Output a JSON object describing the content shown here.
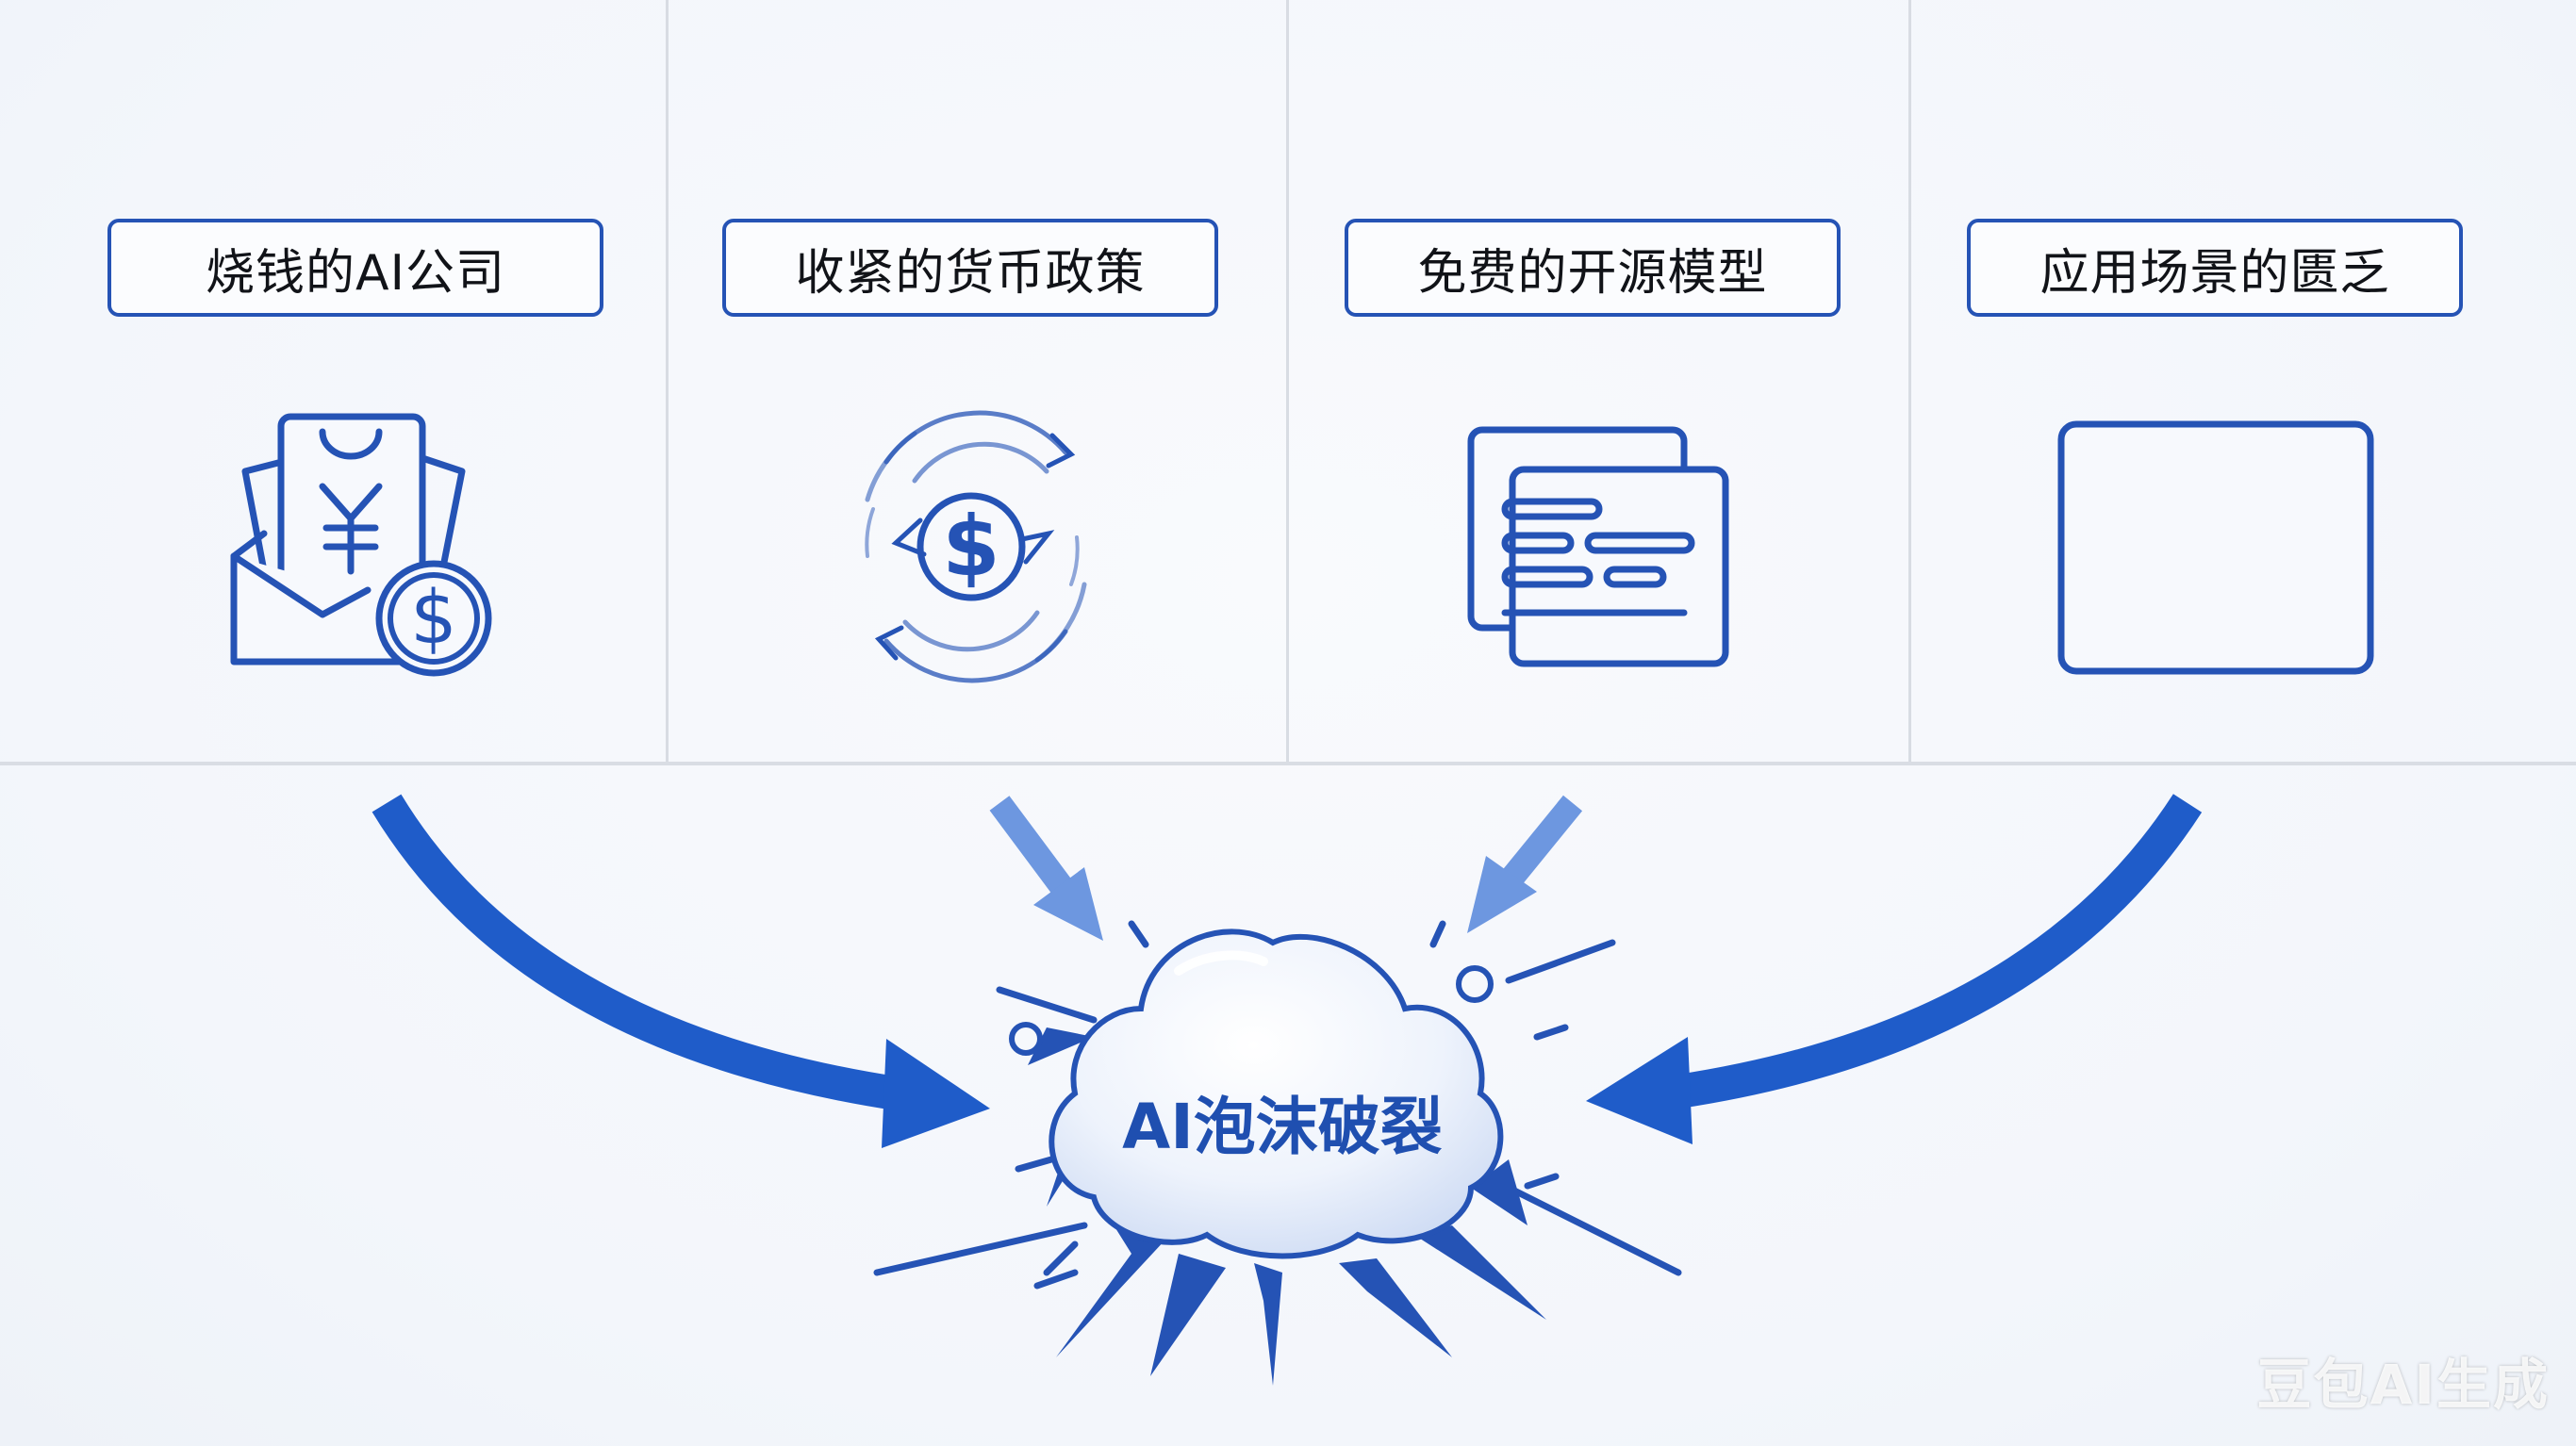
{
  "causes": [
    {
      "label": "烧钱的AI公司",
      "icon": "money-envelope-icon"
    },
    {
      "label": "收紧的货币政策",
      "icon": "currency-cycle-icon"
    },
    {
      "label": "免费的开源模型",
      "icon": "document-stack-icon"
    },
    {
      "label": "应用场景的匮乏",
      "icon": "empty-frame-icon"
    }
  ],
  "center": {
    "label": "AI泡沫破裂"
  },
  "watermark": "豆包AI生成",
  "colors": {
    "primary": "#2553b5",
    "arrow_dark": "#1f5cc9",
    "arrow_light": "#6d97e0",
    "divider": "#d8dce3"
  }
}
